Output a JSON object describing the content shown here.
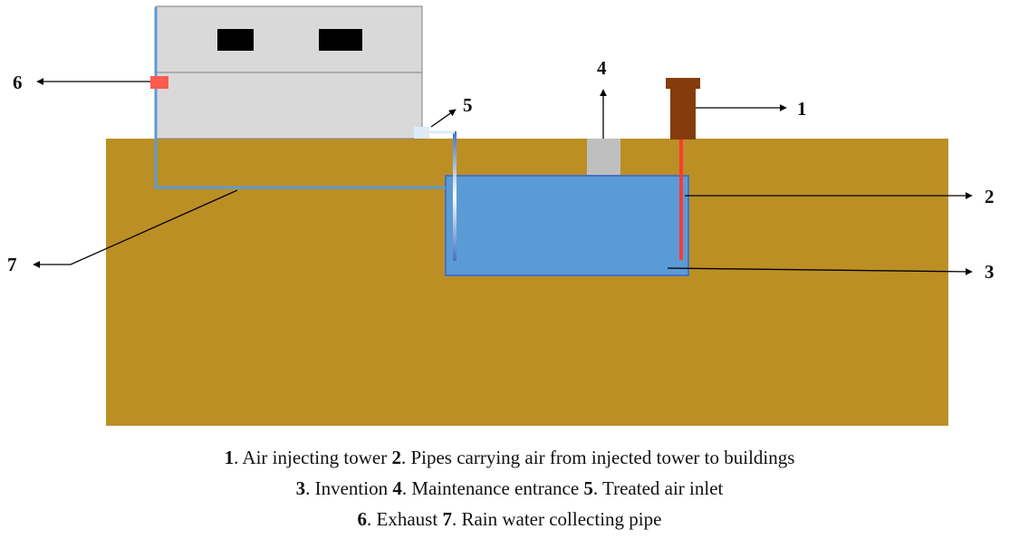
{
  "callouts": [
    "1",
    "2",
    "3",
    "4",
    "5",
    "6",
    "7"
  ],
  "caption": {
    "line1": [
      {
        "num": "1",
        "text": ". Air injecting tower "
      },
      {
        "num": "2",
        "text": ". Pipes carrying air from injected tower to buildings"
      }
    ],
    "line2": [
      {
        "num": "3",
        "text": ". Invention "
      },
      {
        "num": "4",
        "text": ". Maintenance entrance "
      },
      {
        "num": "5",
        "text": ". Treated air inlet"
      }
    ],
    "line3": [
      {
        "num": "6",
        "text": ". Exhaust "
      },
      {
        "num": "7",
        "text": ". Rain water collecting pipe"
      }
    ]
  },
  "colors": {
    "ground": "#BC8F25",
    "building": "#D9D9D9",
    "building_outline": "#808080",
    "window": "#000000",
    "tank_water": "#5B9BD5",
    "tank_outline": "#4472C4",
    "rain_pipe": "#5B9BD5",
    "hot_pipe": "#FF3B30",
    "tower": "#843C0C",
    "maintenance": "#BFBFBF",
    "exhaust": "#FF5A4E",
    "inlet": "#DEEBF7",
    "arrow": "#000000"
  }
}
